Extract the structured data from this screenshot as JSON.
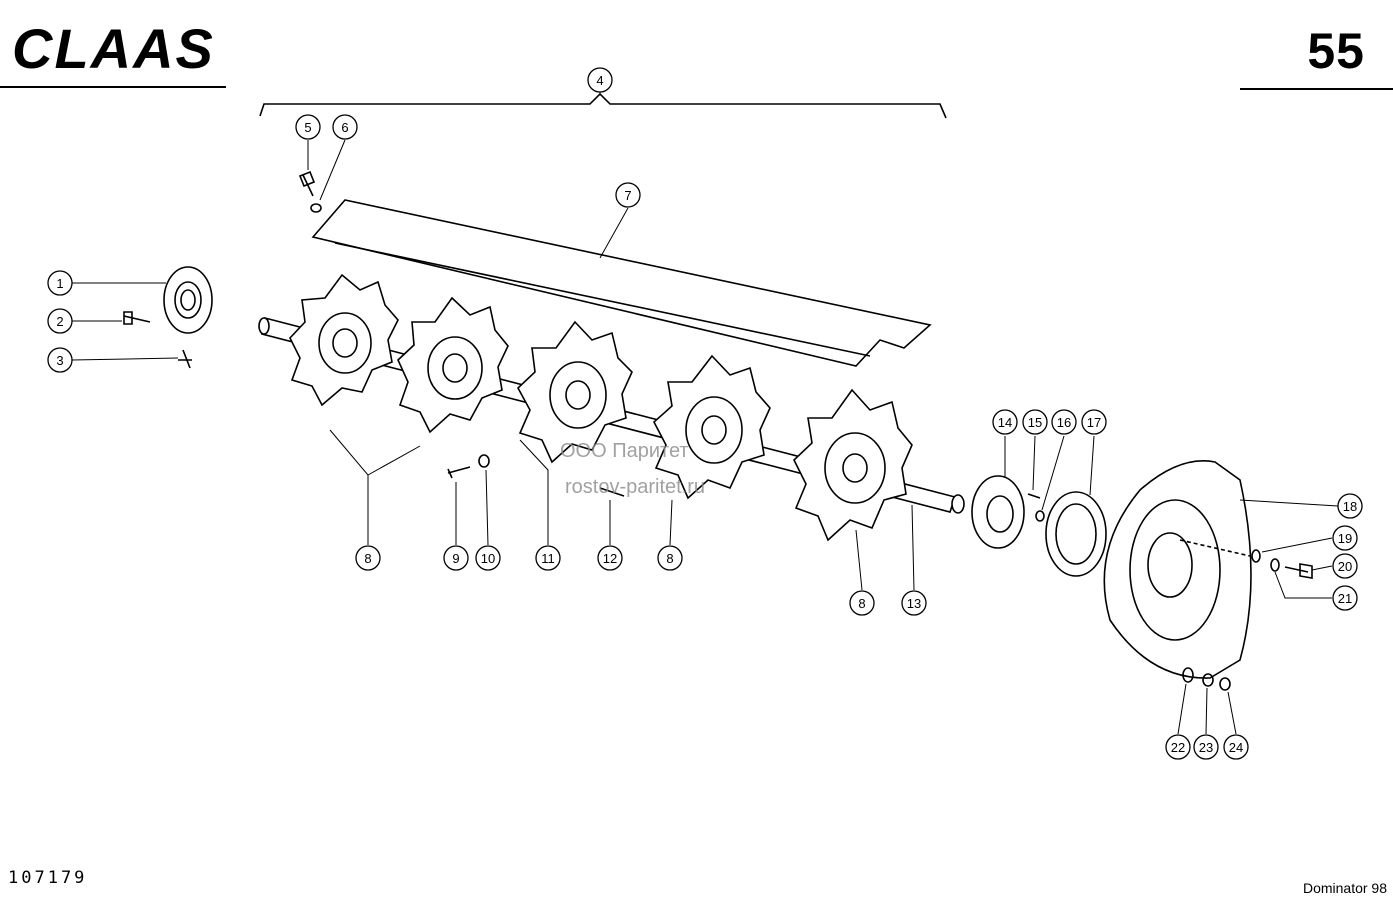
{
  "header": {
    "brand": "CLAAS",
    "page_number": "55"
  },
  "footer": {
    "document_number": "107179",
    "model": "Dominator 98"
  },
  "watermark": {
    "line1": "ООО Паритет",
    "line2": "rostov-paritet.ru"
  },
  "callouts": [
    "1",
    "2",
    "3",
    "4",
    "5",
    "6",
    "7",
    "8",
    "9",
    "10",
    "11",
    "12",
    "8",
    "8",
    "13",
    "14",
    "15",
    "16",
    "17",
    "18",
    "19",
    "20",
    "21",
    "22",
    "23",
    "24"
  ],
  "colors": {
    "ink": "#000000",
    "paper": "#ffffff",
    "watermark": "#8a8a8a"
  }
}
